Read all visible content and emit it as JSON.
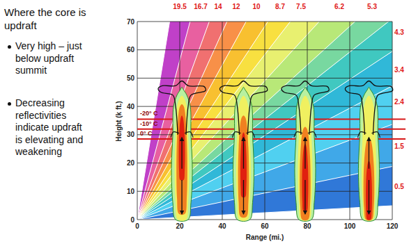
{
  "diagram": {
    "title": "Where the core is updraft",
    "labels": [
      "Very high – just below updraft summit",
      "Decreasing reflectivities indicate updraft is elevating and weakening",
      "Height (k ft.)",
      "Range (mi.)",
      "0",
      "10",
      "20",
      "30",
      "40",
      "50",
      "60",
      "70",
      "0",
      "20",
      "40",
      "60",
      "80",
      "100",
      "120",
      "19.5",
      "16.7",
      "14",
      "12",
      "10",
      "8.7",
      "7.5",
      "6.2",
      "5.3",
      "4.3",
      "3.4",
      "2.4",
      "1.5",
      "0.5",
      "-20° C",
      "-10° C",
      "0° C"
    ]
  }
}
